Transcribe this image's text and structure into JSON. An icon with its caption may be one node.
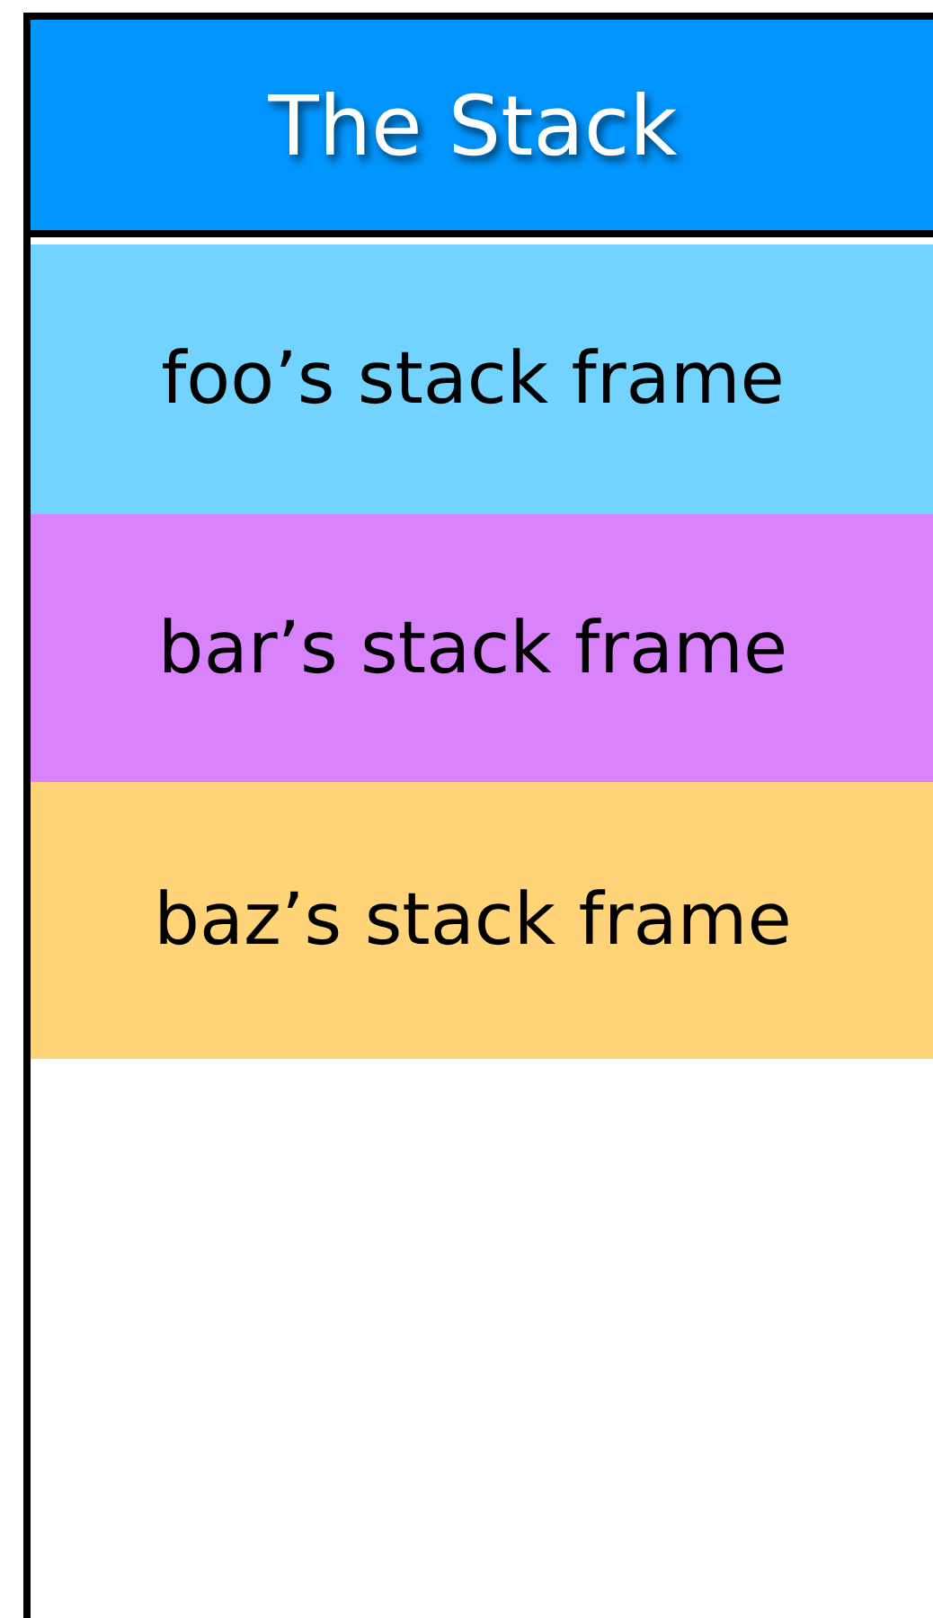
{
  "diagram": {
    "nodes": [
      {
        "text": [
          "The Stack"
        ]
      },
      {
        "text": [
          "foo’s stack frame"
        ],
        "in": 0
      },
      {
        "text": [
          "bar’s stack frame"
        ],
        "in": 0
      },
      {
        "text": [
          "baz’s stack frame"
        ],
        "in": 0
      }
    ]
  }
}
